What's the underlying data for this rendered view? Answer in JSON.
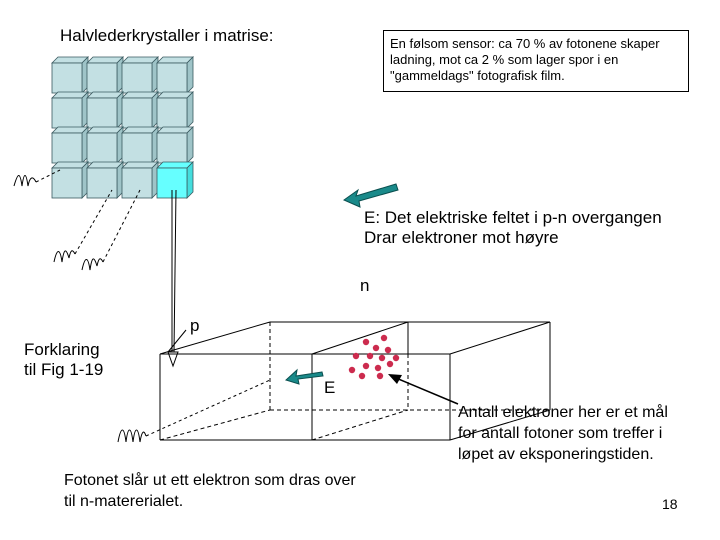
{
  "title": "Halvlederkrystaller i matrise:",
  "sensor_note": "En følsom sensor: ca 70 % av fotonene skaper ladning, mot ca 2 % som lager spor i en \"gammeldags\" fotografisk film.",
  "field_note": "E: Det elektriske feltet i p-n overgangen\n      Drar elektroner mot høyre",
  "label_n": "n",
  "label_p": "p",
  "label_e": "E",
  "caption": "Forklaring\ntil Fig 1-19",
  "count_note": "Antall elektroner her er et mål\nfor antall fotoner som treffer i\nløpet av eksponeringstiden.",
  "photon_note": "Fotonet slår ut ett elektron som dras over\ntil n-matererialet.",
  "page_number": "18",
  "colors": {
    "cell": "#c3e0e3",
    "cell_highlight": "#66ffff",
    "arrow": "#1a8a8a",
    "electron": "#cc2b4e"
  }
}
